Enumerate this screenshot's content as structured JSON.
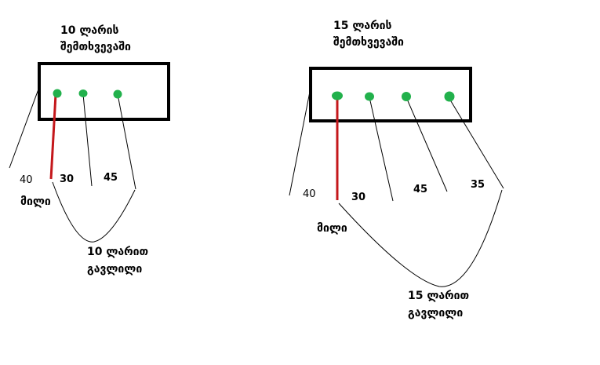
{
  "colors": {
    "dot": "#22b14c",
    "red_line": "#c4171b",
    "stroke": "#000000"
  },
  "left": {
    "title_line1": "10 ლარის",
    "title_line2": "შემთხვევაში",
    "value_a": "40",
    "value_b": "30",
    "value_c": "45",
    "unit": "მილი",
    "result_line1": "10 ლარით",
    "result_line2": "გავლილი"
  },
  "right": {
    "title_line1": "15 ლარის",
    "title_line2": "შემთხვევაში",
    "value_a": "40",
    "value_b": "30",
    "value_c": "45",
    "value_d": "35",
    "unit": "მილი",
    "result_line1": "15 ლარით",
    "result_line2": "გავლილი"
  }
}
